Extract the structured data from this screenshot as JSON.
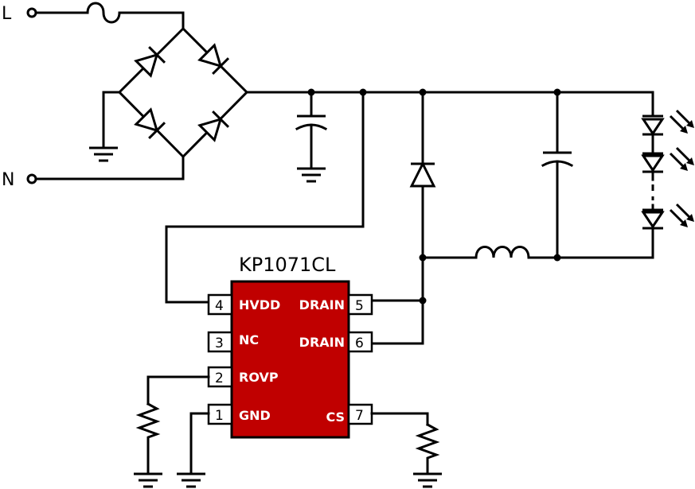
{
  "terminals": {
    "line": "L",
    "neutral": "N"
  },
  "ic": {
    "part_number": "KP1071CL",
    "body_color": "#c00000",
    "pins_left": [
      {
        "number": "4",
        "name": "HVDD"
      },
      {
        "number": "3",
        "name": "NC"
      },
      {
        "number": "2",
        "name": "ROVP"
      },
      {
        "number": "1",
        "name": "GND"
      }
    ],
    "pins_right": [
      {
        "number": "5",
        "name": "DRAIN"
      },
      {
        "number": "6",
        "name": "DRAIN"
      },
      {
        "number": "7",
        "name": "CS"
      }
    ]
  }
}
